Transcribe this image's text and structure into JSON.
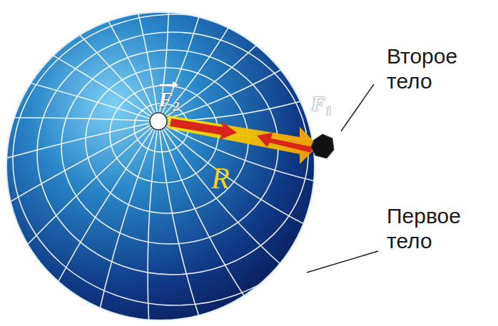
{
  "diagram": {
    "labels": [
      "F₂",
      "F₁",
      "R",
      "Второе тело",
      "Первое тело"
    ]
  }
}
